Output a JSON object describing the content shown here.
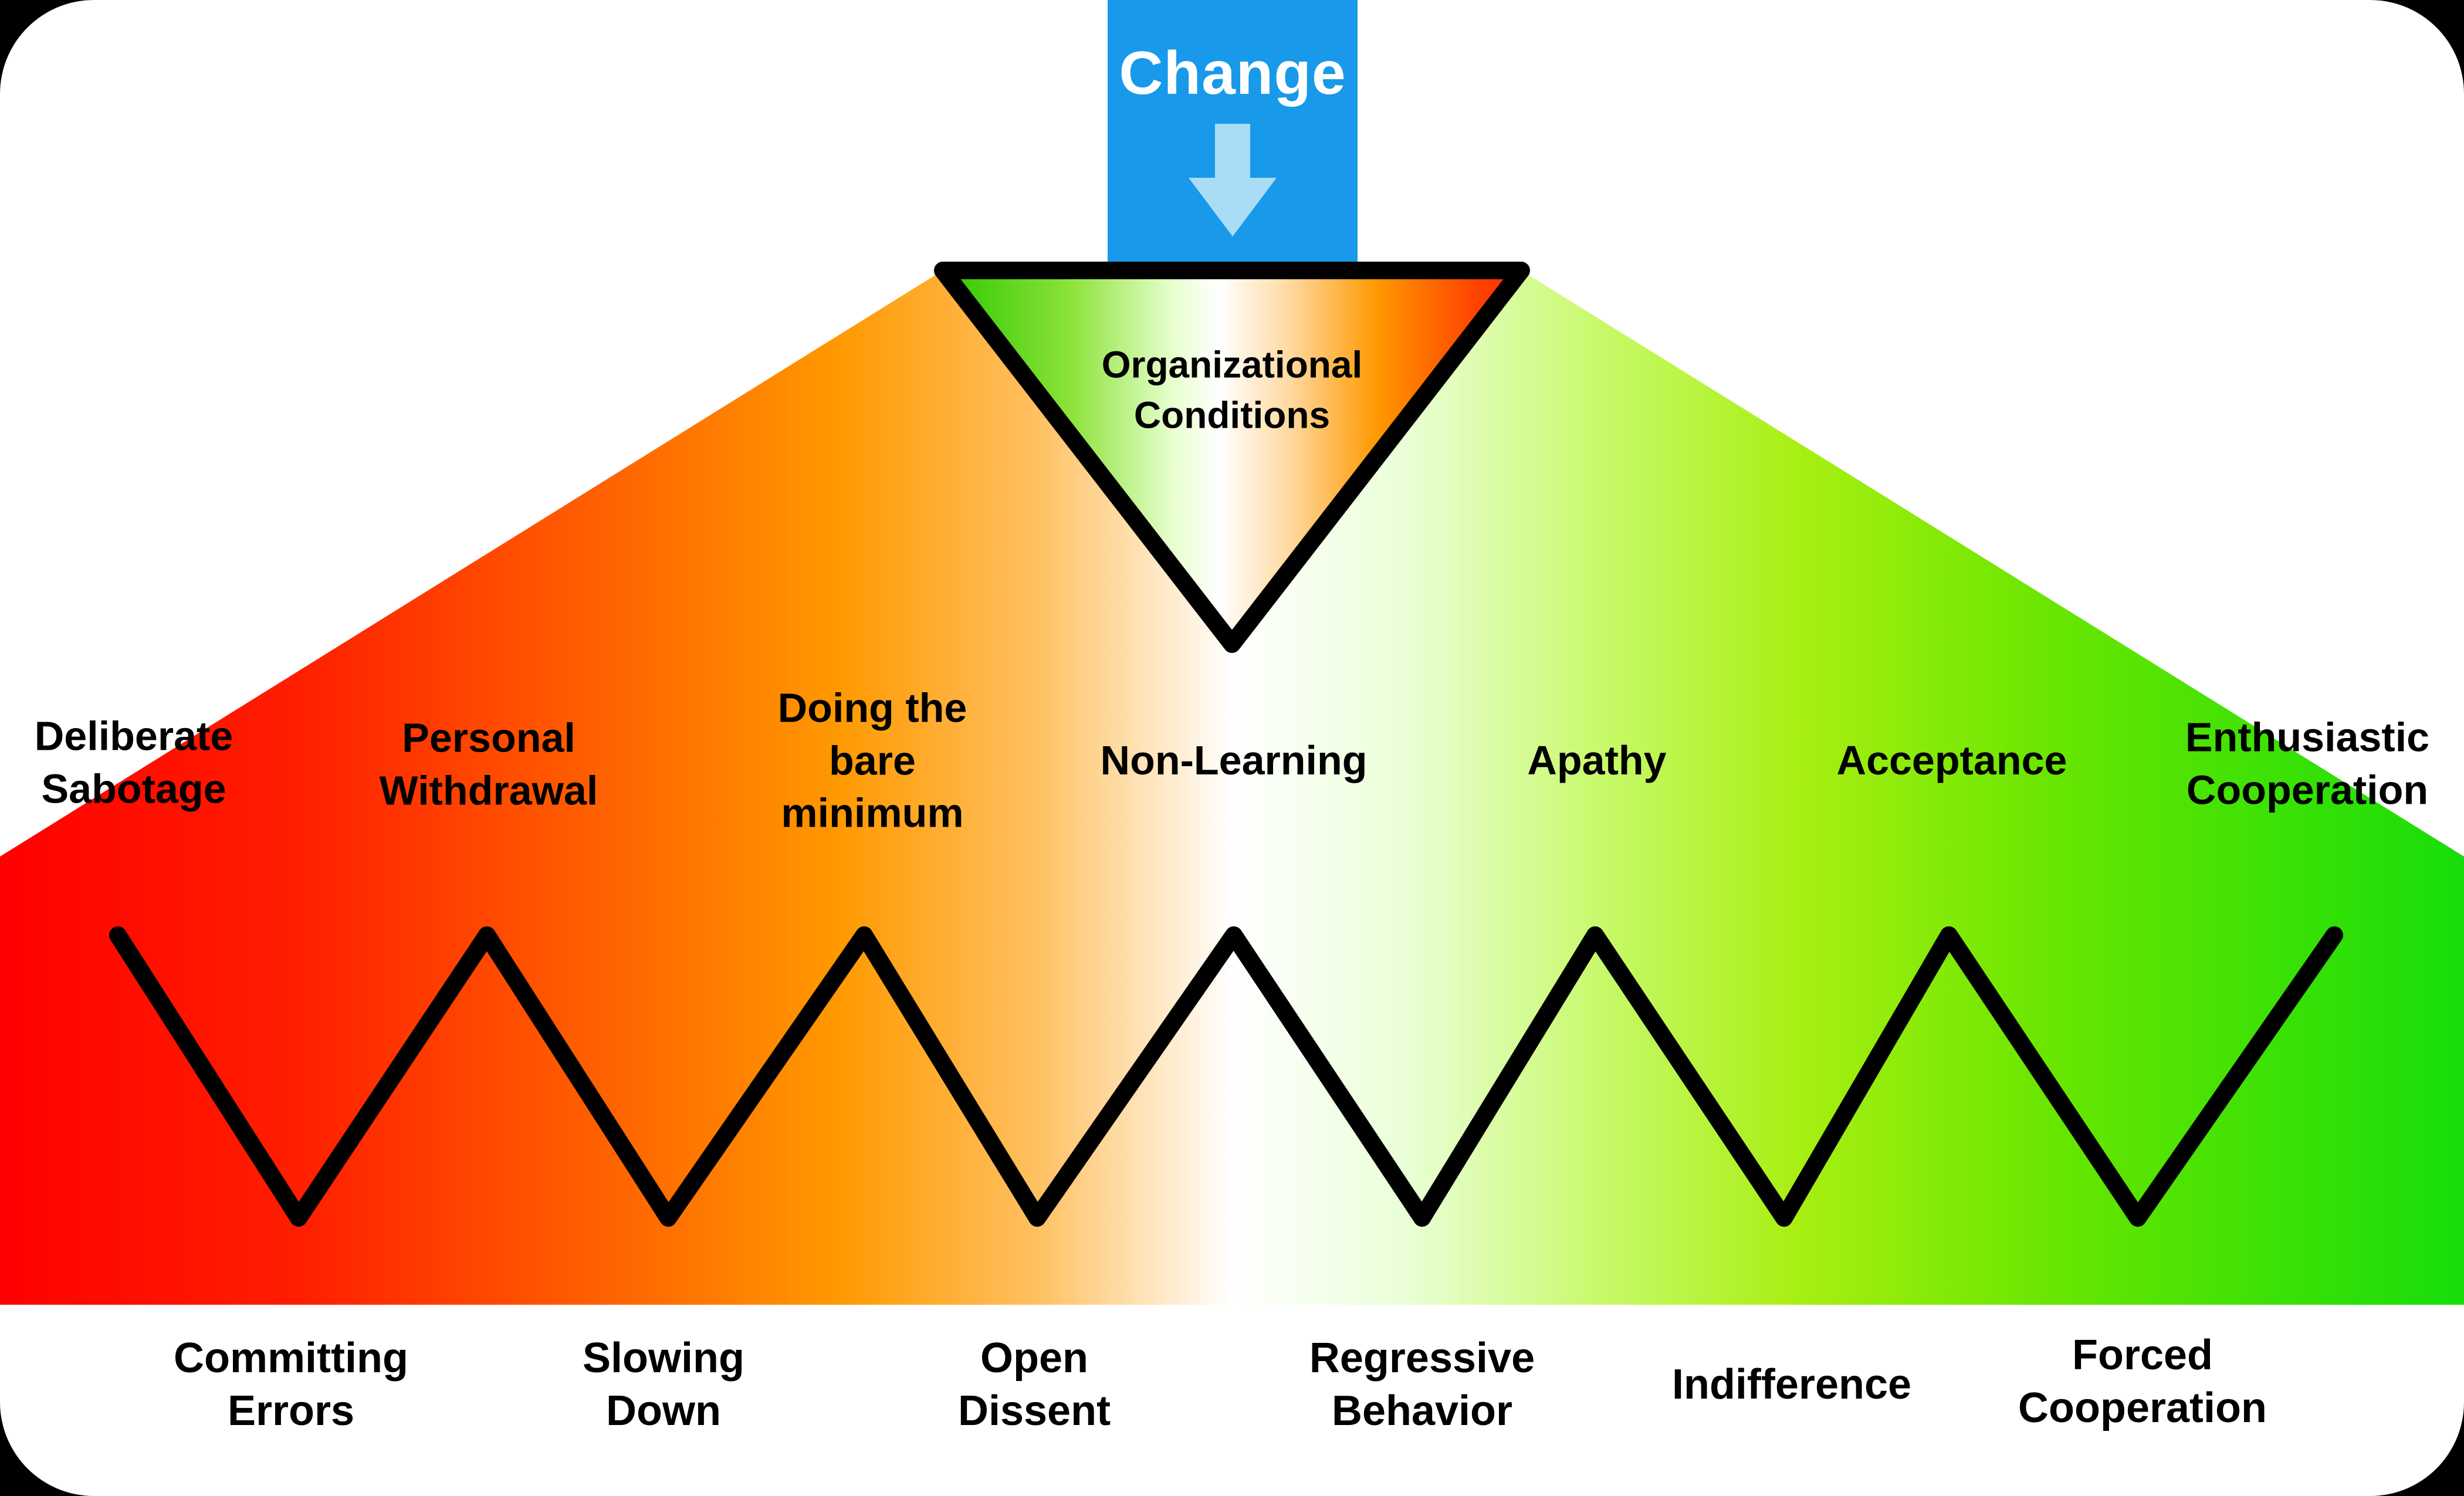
{
  "change": {
    "label": "Change"
  },
  "organizational_conditions": {
    "label": "Organizational\nConditions"
  },
  "top_labels": [
    "Deliberate\nSabotage",
    "Personal\nWithdrawal",
    "Doing the\nbare\nminimum",
    "Non-Learning",
    "Apathy",
    "Acceptance",
    "Enthusiastic\nCooperation"
  ],
  "bottom_labels": [
    "Committing\nErrors",
    "Slowing\nDown",
    "Open\nDissent",
    "Regressive\nBehavior",
    "Indifference",
    "Forced\nCooperation"
  ],
  "colors": {
    "change_box_blue": "#1899e9",
    "arrow_light_blue": "#aadcf6",
    "spectrum_left_red": "#ff0000",
    "spectrum_center_white": "#ffffff",
    "spectrum_right_green": "#17dd0a",
    "line_black": "#000000"
  }
}
